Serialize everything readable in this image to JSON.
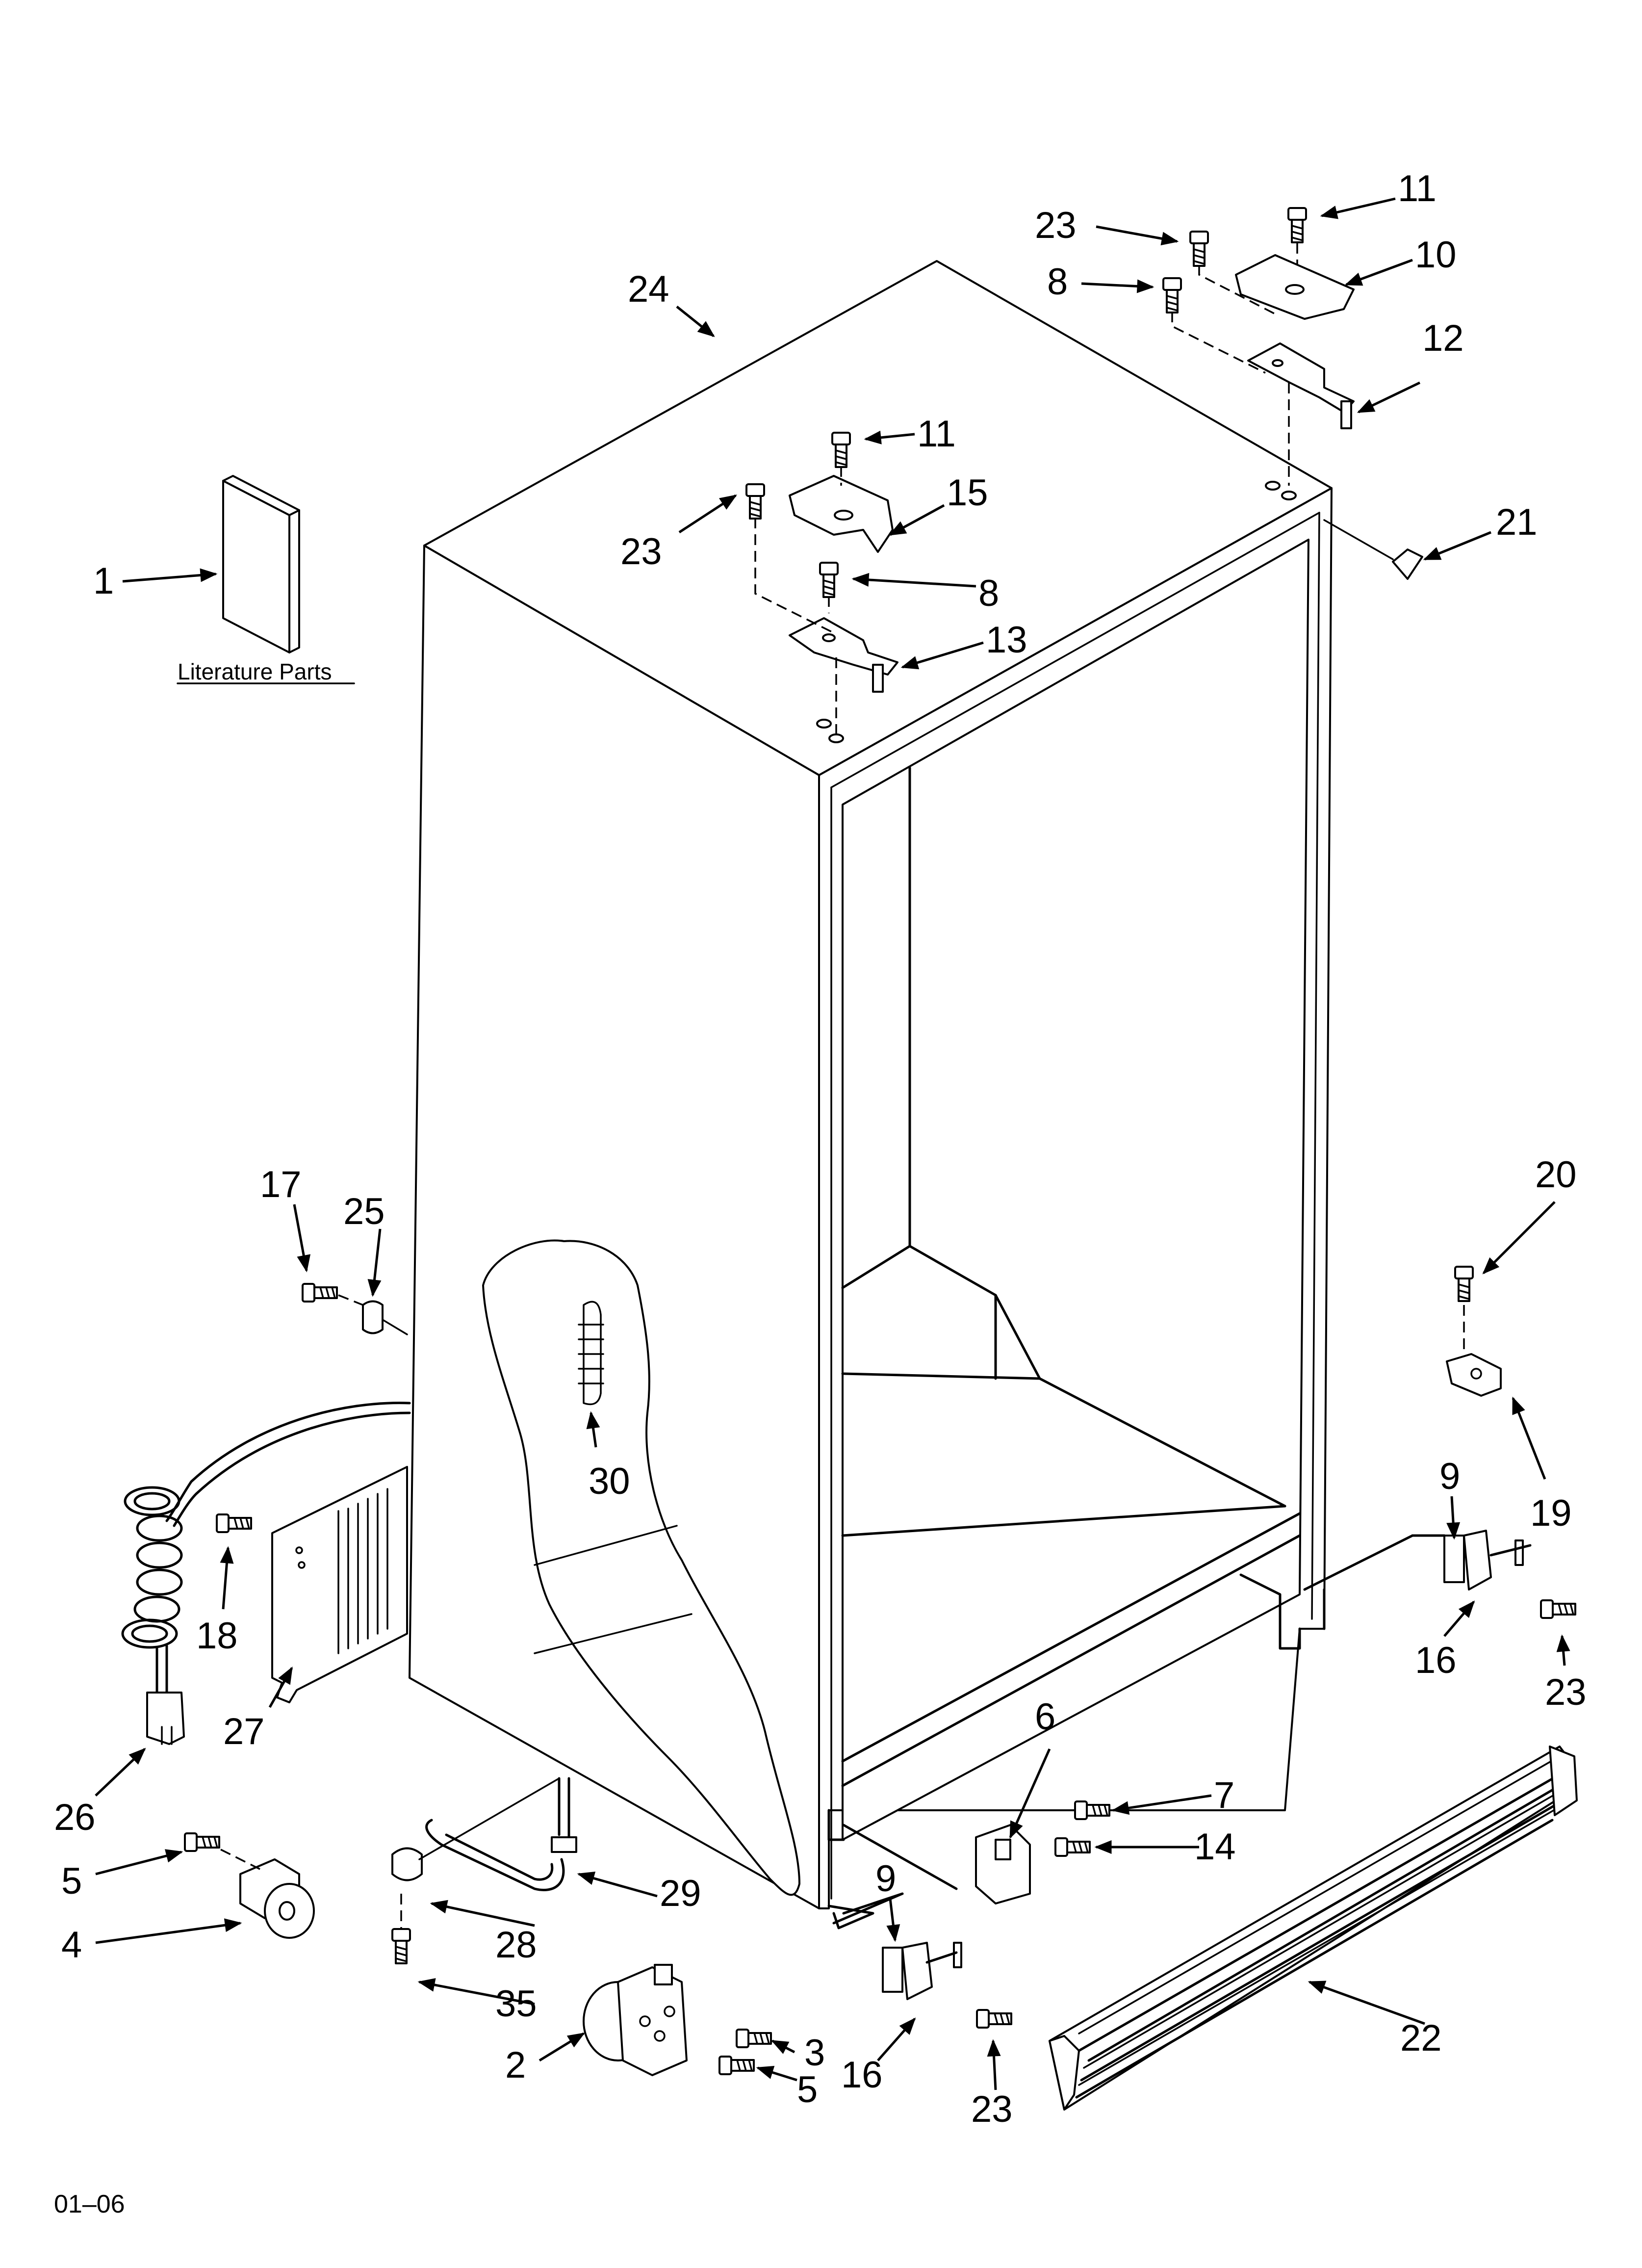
{
  "literature_label": "Literature Parts",
  "footer_code": "01–06",
  "callouts": {
    "c1": "1",
    "c2": "2",
    "c3": "3",
    "c4": "4",
    "c5a": "5",
    "c5b": "5",
    "c6": "6",
    "c7": "7",
    "c8a": "8",
    "c8b": "8",
    "c9a": "9",
    "c9b": "9",
    "c10": "10",
    "c11a": "11",
    "c11b": "11",
    "c12": "12",
    "c13": "13",
    "c14": "14",
    "c15": "15",
    "c16a": "16",
    "c16b": "16",
    "c17": "17",
    "c18": "18",
    "c19": "19",
    "c20": "20",
    "c21": "21",
    "c22": "22",
    "c23a": "23",
    "c23b": "23",
    "c23c": "23",
    "c23d": "23",
    "c24": "24",
    "c25": "25",
    "c26": "26",
    "c27": "27",
    "c28": "28",
    "c29": "29",
    "c30": "30",
    "c35": "35"
  }
}
